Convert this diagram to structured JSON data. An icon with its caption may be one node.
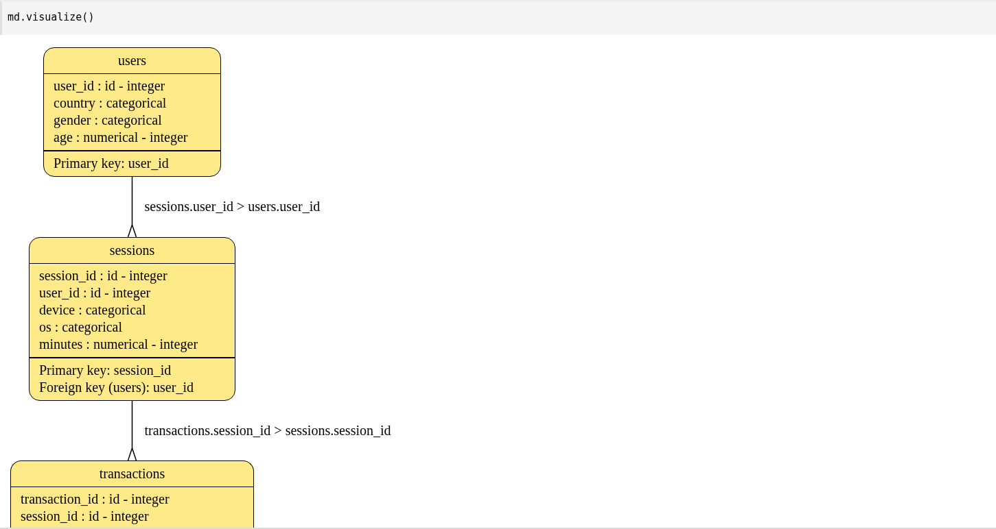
{
  "diagram": {
    "nodes": [
      {
        "text": [
          "users",
          "user_id : id - integer",
          "country : categorical",
          "gender : categorical",
          "age : numerical - integer",
          "Primary key: user_id"
        ]
      },
      {
        "text": [
          "sessions",
          "session_id : id - integer",
          "user_id : id - integer",
          "device : categorical",
          "os : categorical",
          "minutes : numerical - integer",
          "Primary key: session_id",
          "Foreign key (users): user_id"
        ]
      },
      {
        "text": [
          "transactions",
          "transaction_id : id - integer",
          "session_id : id - integer"
        ]
      }
    ],
    "edges": [
      {
        "from": 0,
        "to": 1,
        "arrow": "other",
        "label": "sessions.user_id > users.user_id"
      },
      {
        "from": 1,
        "to": 2,
        "arrow": "other",
        "label": "transactions.session_id > sessions.session_id"
      }
    ],
    "labels": [
      "md.visualize()"
    ]
  }
}
